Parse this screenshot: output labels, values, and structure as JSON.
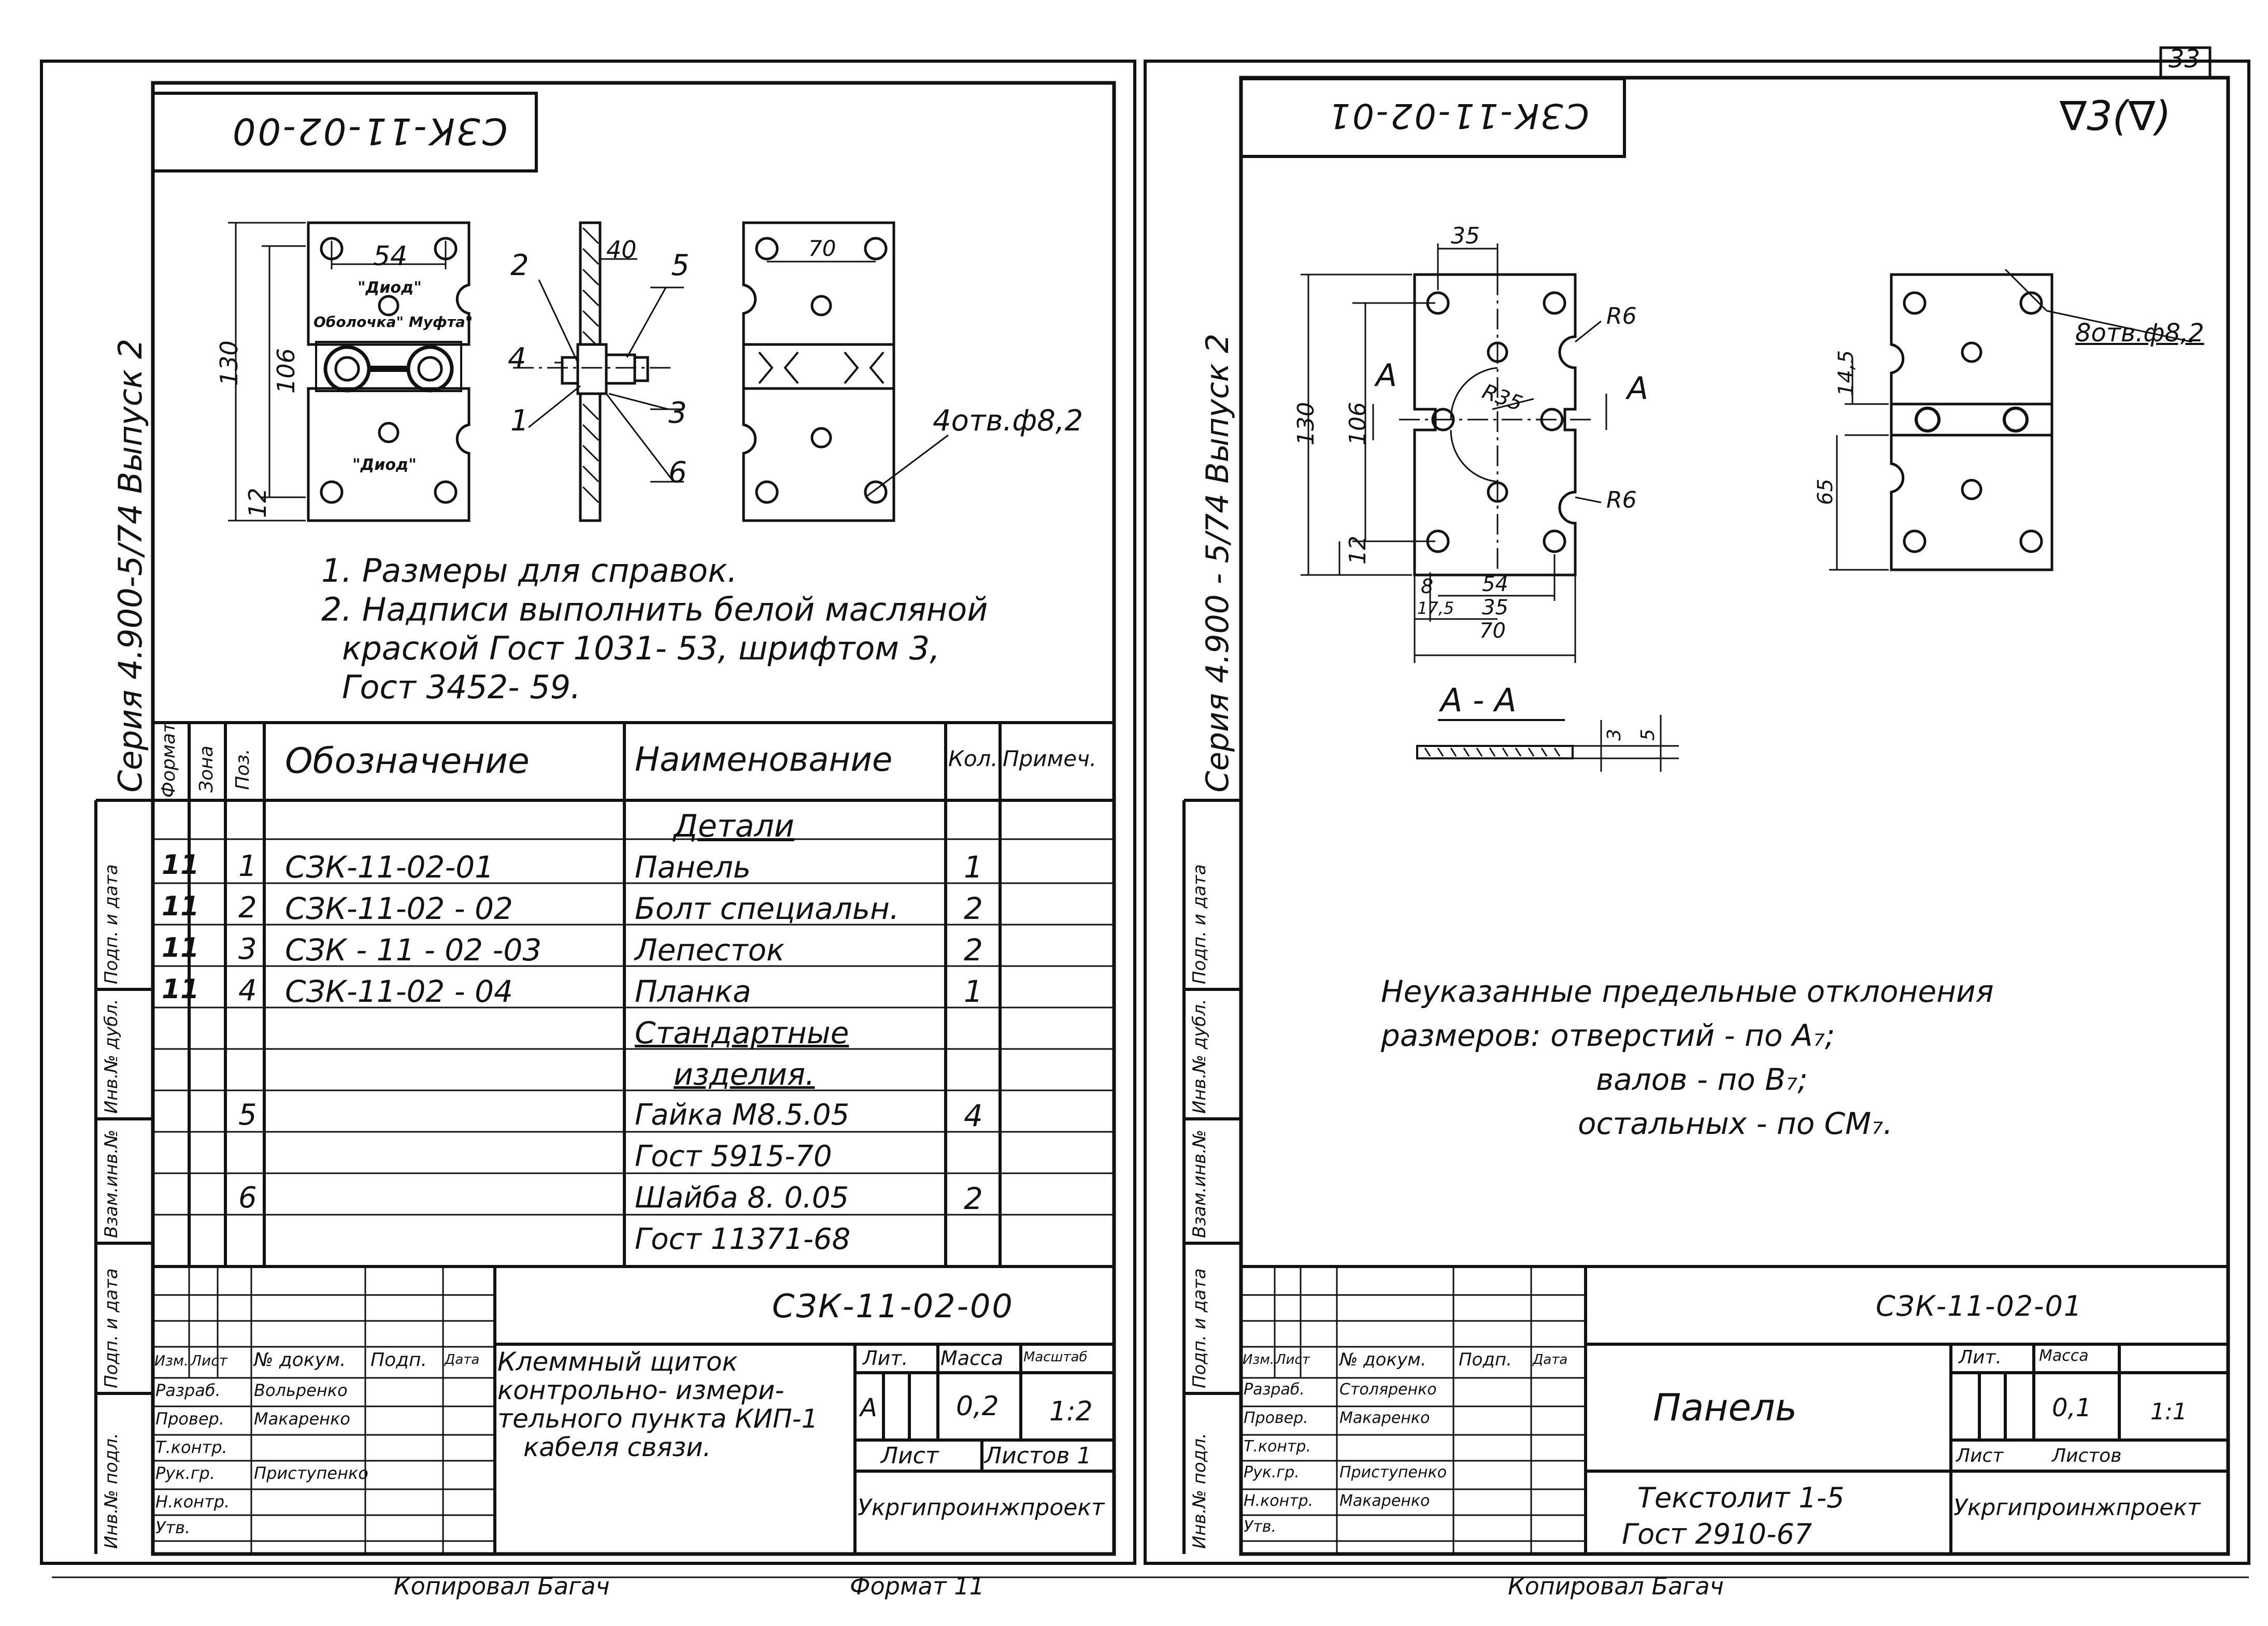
{
  "page_number": "33",
  "left_sheet": {
    "stamp_code": "СЗК-11-02-00",
    "series_label": "Серия  4.900-5/74   Выпуск 2",
    "drawing_labels": {
      "label_diod_top": "\"Диод\"",
      "label_obolochka": "Оболочка\" Муфта\"",
      "label_diod_bottom": "\"Диод\"",
      "dim_54": "54",
      "dim_130": "130",
      "dim_106": "106",
      "dim_12": "12",
      "dim_40": "40",
      "dim_70": "70",
      "holes_note": "4отв.ф8,2",
      "callouts": [
        "1",
        "2",
        "3",
        "4",
        "5",
        "6"
      ]
    },
    "notes": [
      "1.  Размеры для справок.",
      "2. Надписи выполнить белой масляной",
      "краской Гост 1031- 53, шрифтом 3,",
      "Гост  3452- 59."
    ],
    "spec_headers": {
      "format": "Формат",
      "zone": "Зона",
      "pos": "Поз.",
      "designation": "Обозначение",
      "name": "Наименование",
      "qty": "Кол.",
      "note": "Примеч."
    },
    "spec_rows": [
      {
        "format": "",
        "pos": "",
        "designation": "",
        "name": "Детали",
        "qty": ""
      },
      {
        "format": "11",
        "pos": "1",
        "designation": "СЗК-11-02-01",
        "name": "Панель",
        "qty": "1"
      },
      {
        "format": "11",
        "pos": "2",
        "designation": "СЗК-11-02 - 02",
        "name": "Болт специальн.",
        "qty": "2"
      },
      {
        "format": "11",
        "pos": "3",
        "designation": "СЗК - 11 - 02 -03",
        "name": "Лепесток",
        "qty": "2"
      },
      {
        "format": "11",
        "pos": "4",
        "designation": "СЗК-11-02 - 04",
        "name": "Планка",
        "qty": "1"
      },
      {
        "format": "",
        "pos": "",
        "designation": "",
        "name": "Стандартные",
        "qty": ""
      },
      {
        "format": "",
        "pos": "",
        "designation": "",
        "name": "изделия.",
        "qty": ""
      },
      {
        "format": "",
        "pos": "5",
        "designation": "",
        "name": "Гайка М8.5.05",
        "qty": "4"
      },
      {
        "format": "",
        "pos": "",
        "designation": "",
        "name": "Гост  5915-70",
        "qty": ""
      },
      {
        "format": "",
        "pos": "6",
        "designation": "",
        "name": "Шайба 8. 0.05",
        "qty": "2"
      },
      {
        "format": "",
        "pos": "",
        "designation": "",
        "name": "Гост 11371-68",
        "qty": ""
      }
    ],
    "side_stamp_labels": [
      "Подп. и дата",
      "Инв.№ дубл.",
      "Взам.инв.№",
      "Подп. и дата",
      "Инв.№ подл."
    ],
    "title_block": {
      "code": "СЗК-11-02-00",
      "title": "Клеммный щиток контрольно- измерительного пункта КИП-1 кабеля связи.",
      "title_lines": [
        "Клеммный щиток",
        "контрольно- измери-",
        "тельного пункта КИП-1",
        "кабеля связи."
      ],
      "head_cols": [
        "Изм.",
        "Лист",
        "№ докум.",
        "Подп.",
        "Дата"
      ],
      "roles": [
        "Разраб.",
        "Провер.",
        "Т.контр.",
        "Рук.гр.",
        "Н.контр.",
        "Утв."
      ],
      "names": [
        "Вольренко",
        "Макаренко",
        "",
        "Приступенко",
        "",
        ""
      ],
      "lit_label": "Лит.",
      "mass_label": "Масса",
      "scale_label": "Масштаб",
      "lit_value": "А",
      "mass": "0,2",
      "scale": "1:2",
      "sheet_label": "Лист",
      "sheets_label": "Листов 1",
      "org": "Укргипроинжпроект"
    },
    "footer_copied": "Копировал   Багач",
    "footer_format": "Формат 11"
  },
  "right_sheet": {
    "stamp_code": "СЗК-11-02-01",
    "roughness": "∇3(∇)",
    "series_label": "Серия  4.900 - 5/74   Выпуск 2",
    "drawing_labels": {
      "dim_35_top": "35",
      "dim_130": "130",
      "dim_106": "106",
      "dim_12": "12",
      "dim_8": "8",
      "dim_54": "54",
      "dim_17_5": "17,5",
      "dim_35_bottom": "35",
      "dim_70": "70",
      "r6_top": "R6",
      "r6_bottom": "R6",
      "r35": "R35",
      "section_mark_a": "А",
      "section_title": "А - А",
      "sec_dim_3": "3",
      "sec_dim_5": "5",
      "holes_note": "8отв.ф8,2",
      "dim_14_5": "14,5",
      "dim_65": "65"
    },
    "tolerance_note": [
      "Неуказанные предельные отклонения",
      "размеров: отверстий - по А₇;",
      "валов    - по В₇;",
      "остальных - по СМ₇."
    ],
    "side_stamp_labels": [
      "Подп. и дата",
      "Инв.№ дубл.",
      "Взам.инв.№",
      "Подп. и дата",
      "Инв.№ подл."
    ],
    "title_block": {
      "code": "СЗК-11-02-01",
      "title": "Панель",
      "head_cols": [
        "Изм.",
        "Лист",
        "№ докум.",
        "Подп.",
        "Дата"
      ],
      "roles": [
        "Разраб.",
        "Провер.",
        "Т.контр.",
        "Рук.гр.",
        "Н.контр.",
        "Утв."
      ],
      "names": [
        "Столяренко",
        "Макаренко",
        "",
        "Приступенко",
        "Макаренко",
        ""
      ],
      "lit_label": "Лит.",
      "mass_label": "Масса",
      "mass": "0,1",
      "scale": "1:1",
      "sheet_label": "Лист",
      "sheets_label": "Листов",
      "material_line1": "Текстолит 1-5",
      "material_line2": "Гост  2910-67",
      "org": "Укргипроинжпроект"
    },
    "footer_copied": "Копировал   Багач"
  }
}
